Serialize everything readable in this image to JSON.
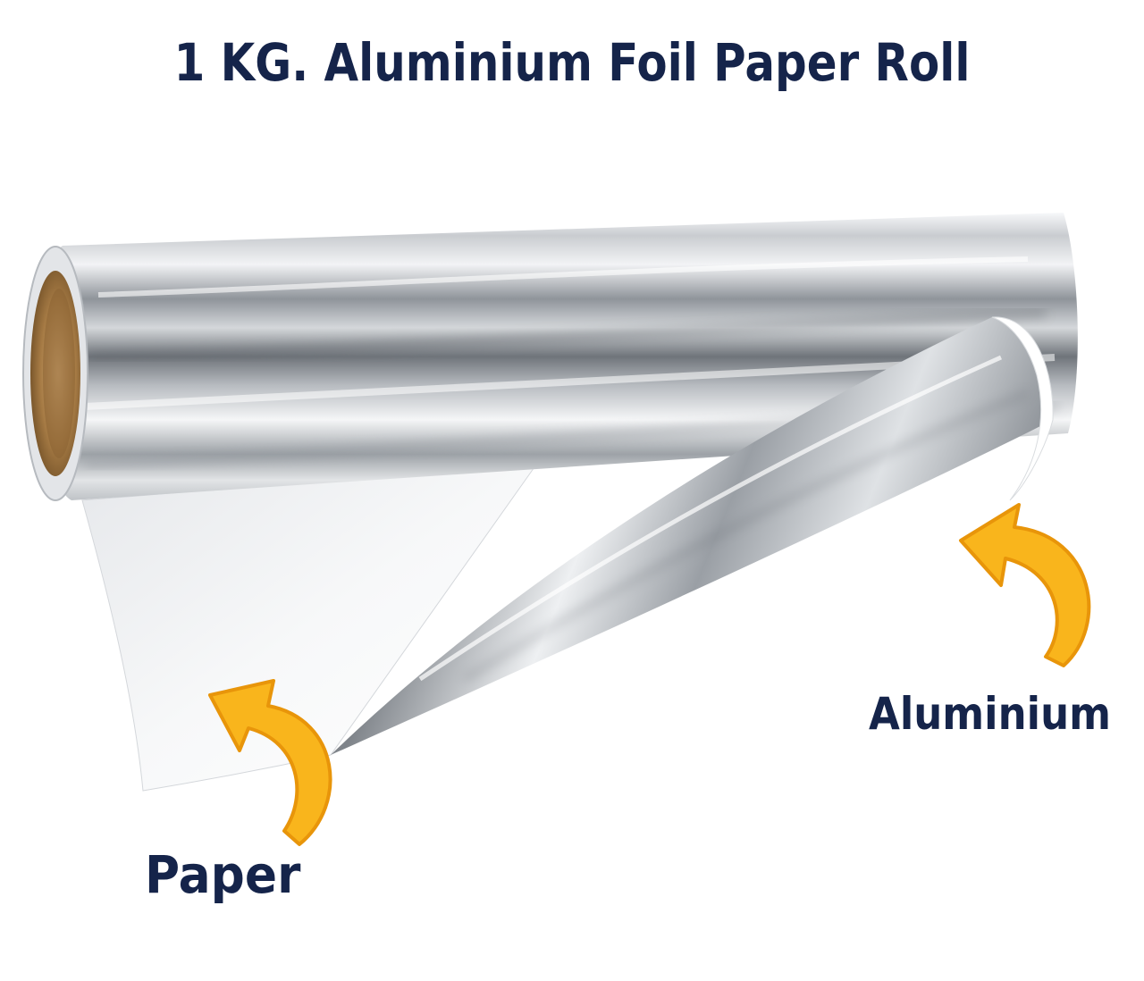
{
  "title": "1 KG. Aluminium Foil Paper Roll",
  "labels": {
    "aluminium": "Aluminium",
    "paper": "Paper"
  },
  "colors": {
    "text": "#15244a",
    "arrow_fill": "#f9b51c",
    "arrow_stroke": "#e8950a",
    "foil_light": "#f4f6f8",
    "foil_dark": "#7d8288",
    "core": "#a87e4c",
    "paper": "#ffffff"
  },
  "icons": {
    "arrow_paper": "curved-arrow-icon",
    "arrow_aluminium": "curved-arrow-icon"
  }
}
